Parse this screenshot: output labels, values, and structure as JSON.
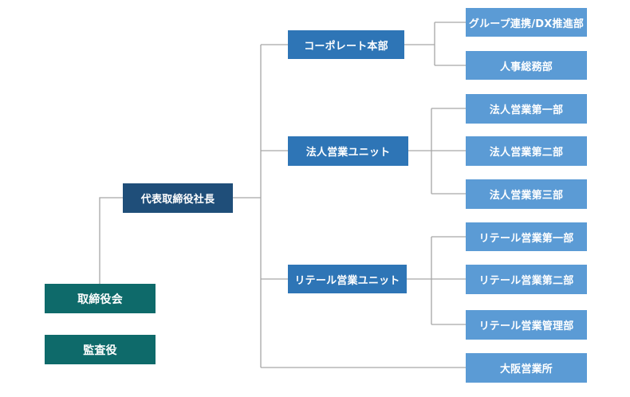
{
  "board": {
    "torishimariyakukai": "取締役会",
    "kansayaku": "監査役"
  },
  "ceo": "代表取締役社長",
  "units": {
    "corporate": "コーポレート本部",
    "houjin": "法人営業ユニット",
    "retail": "リテール営業ユニット"
  },
  "depts": {
    "group_dx": "グループ連携/DX推進部",
    "jinji": "人事総務部",
    "houjin1": "法人営業第一部",
    "houjin2": "法人営業第二部",
    "houjin3": "法人営業第三部",
    "retail1": "リテール営業第一部",
    "retail2": "リテール営業第二部",
    "retail_kanri": "リテール営業管理部",
    "osaka": "大阪営業所"
  },
  "colors": {
    "board": "#0e6a6a",
    "ceo": "#1f4e79",
    "unit": "#2e75b6",
    "dept": "#5b9bd5",
    "line": "#a6a6a6"
  }
}
